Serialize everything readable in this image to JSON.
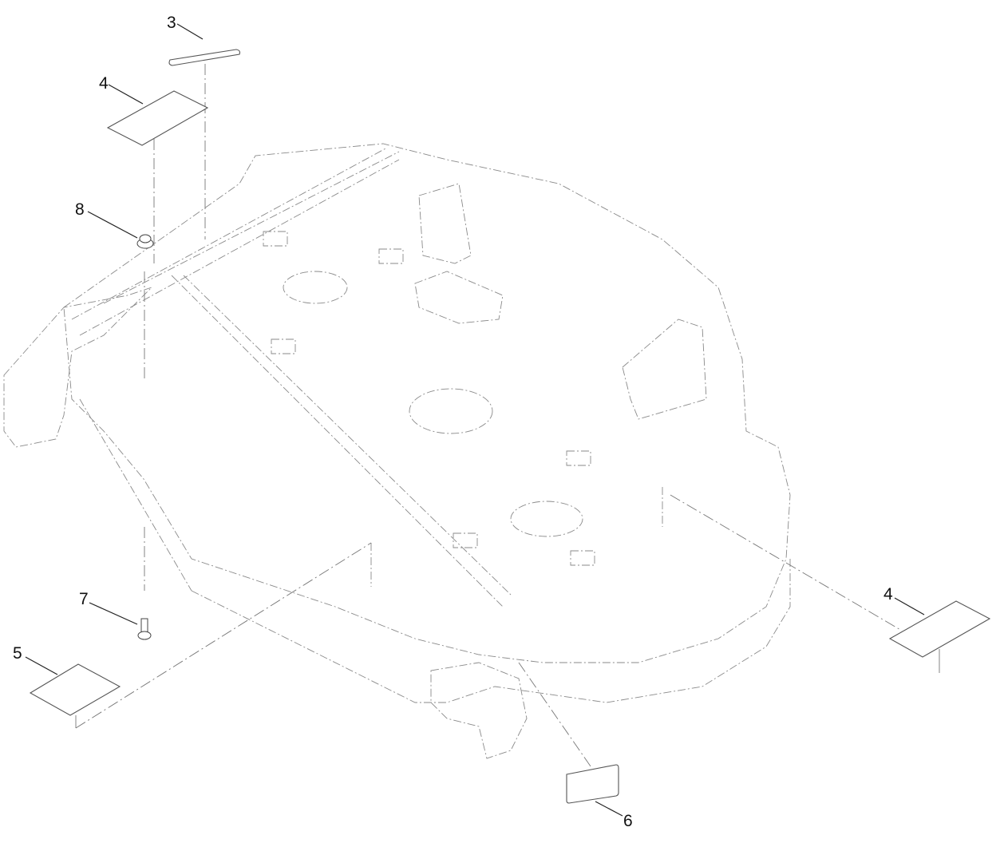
{
  "figure": {
    "type": "exploded parts diagram",
    "subject": "mower deck assembly with decals and hardware"
  },
  "callouts": [
    {
      "id": "c3",
      "label": "3",
      "part": "decal-narrow-strip"
    },
    {
      "id": "c4a",
      "label": "4",
      "part": "decal-rectangular-top"
    },
    {
      "id": "c8",
      "label": "8",
      "part": "flange-nut"
    },
    {
      "id": "c7",
      "label": "7",
      "part": "bolt"
    },
    {
      "id": "c5",
      "label": "5",
      "part": "decal-left-side"
    },
    {
      "id": "c4b",
      "label": "4",
      "part": "decal-rectangular-right"
    },
    {
      "id": "c6",
      "label": "6",
      "part": "decal-front"
    }
  ],
  "colors": {
    "line": "#555555",
    "phantom": "#8a8a8a",
    "text": "#111111",
    "background": "#ffffff"
  }
}
